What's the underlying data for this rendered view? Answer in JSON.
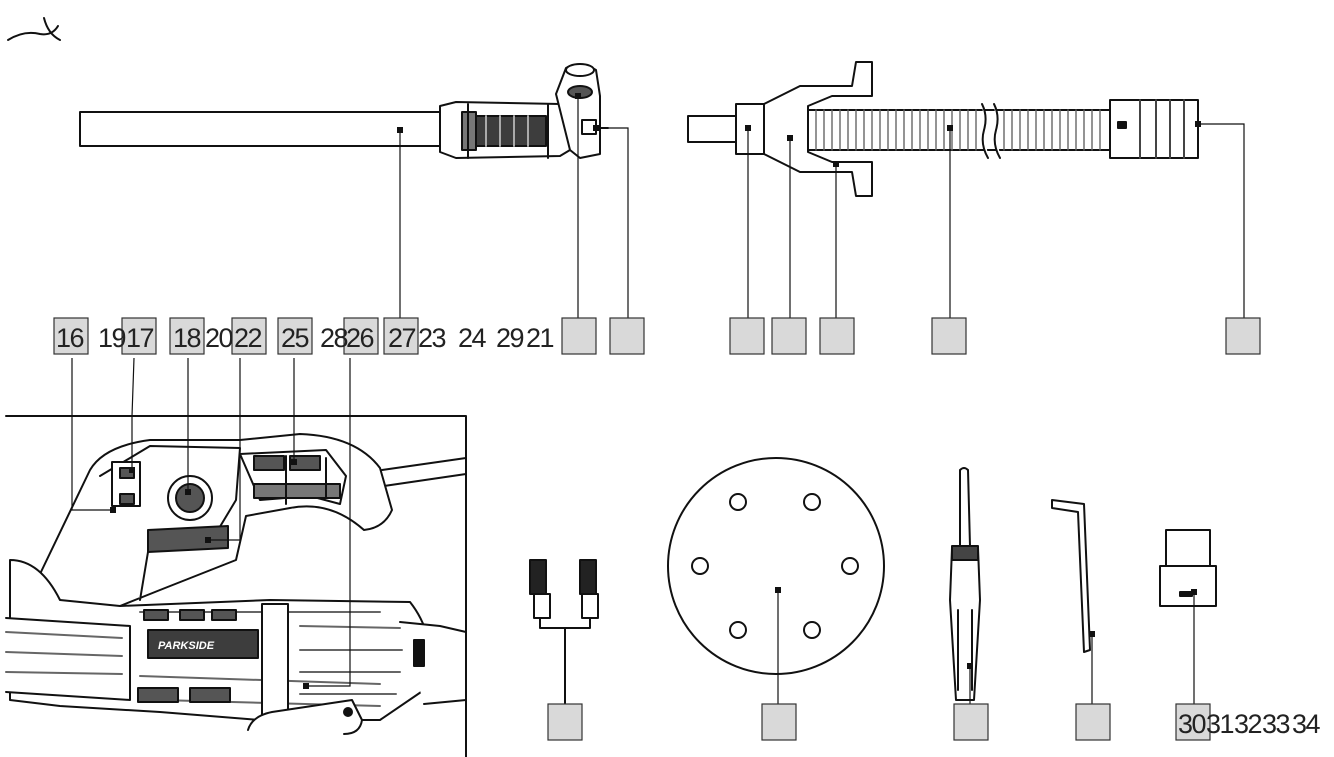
{
  "figure": {
    "corner_mark": "⁀⧵",
    "callouts": [
      {
        "id": "c1",
        "text": "16",
        "boxed": true
      },
      {
        "id": "c2",
        "text": "19",
        "boxed": false
      },
      {
        "id": "c3",
        "text": "17",
        "boxed": true
      },
      {
        "id": "c4",
        "text": "18",
        "boxed": true
      },
      {
        "id": "c5",
        "text": "20",
        "boxed": false
      },
      {
        "id": "c6",
        "text": "22",
        "boxed": true
      },
      {
        "id": "c7",
        "text": "25",
        "boxed": true
      },
      {
        "id": "c8",
        "text": "28",
        "boxed": false
      },
      {
        "id": "c9",
        "text": "26",
        "boxed": true
      },
      {
        "id": "c10",
        "text": "27",
        "boxed": true
      },
      {
        "id": "c11",
        "text": "23",
        "boxed": false
      },
      {
        "id": "c12",
        "text": "24",
        "boxed": false
      },
      {
        "id": "c13",
        "text": "29",
        "boxed": false
      },
      {
        "id": "c14",
        "text": "21",
        "boxed": false
      },
      {
        "id": "c15",
        "text": "30",
        "boxed": true
      },
      {
        "id": "c16",
        "text": "31",
        "boxed": false
      },
      {
        "id": "c17",
        "text": "32",
        "boxed": false
      },
      {
        "id": "c18",
        "text": "33",
        "boxed": false
      },
      {
        "id": "c19",
        "text": "34",
        "boxed": false
      }
    ],
    "brand_label": "PARKSIDE",
    "colors": {
      "line": "#111111",
      "callout_fill": "#d9d9d9",
      "callout_stroke": "#333333",
      "body_dark": "#4a4a4a",
      "body_mid": "#8c8c8c",
      "paper": "#ffffff"
    }
  }
}
